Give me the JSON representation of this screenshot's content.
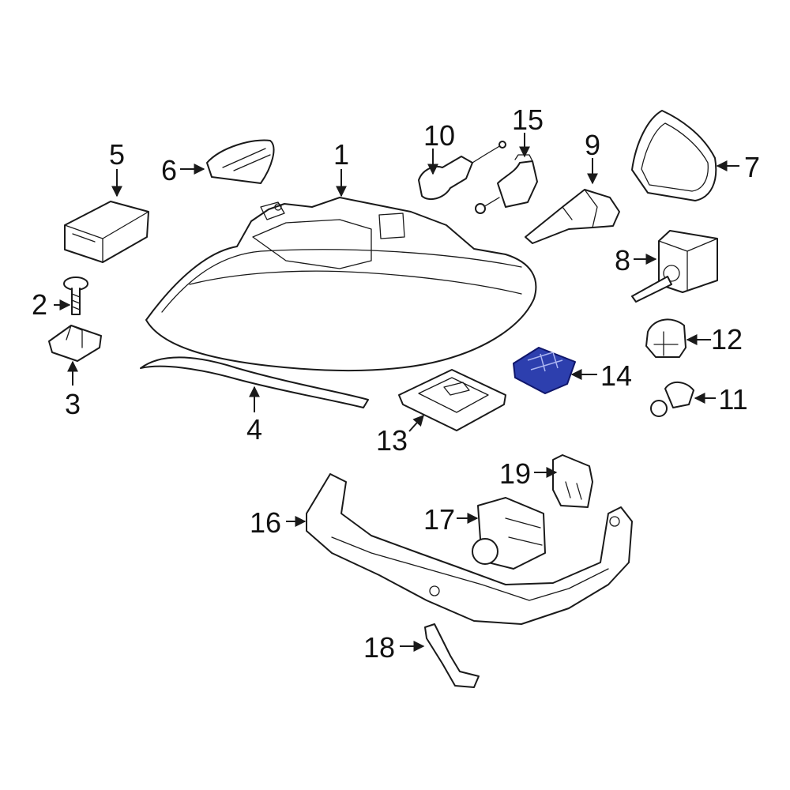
{
  "diagram": {
    "highlight_color": "#2d3fae",
    "line_color": "#1a1a1a",
    "background": "#ffffff",
    "highlighted_callout": "14",
    "callouts": [
      "1",
      "2",
      "3",
      "4",
      "5",
      "6",
      "7",
      "8",
      "9",
      "10",
      "11",
      "12",
      "13",
      "14",
      "15",
      "16",
      "17",
      "18",
      "19"
    ]
  }
}
